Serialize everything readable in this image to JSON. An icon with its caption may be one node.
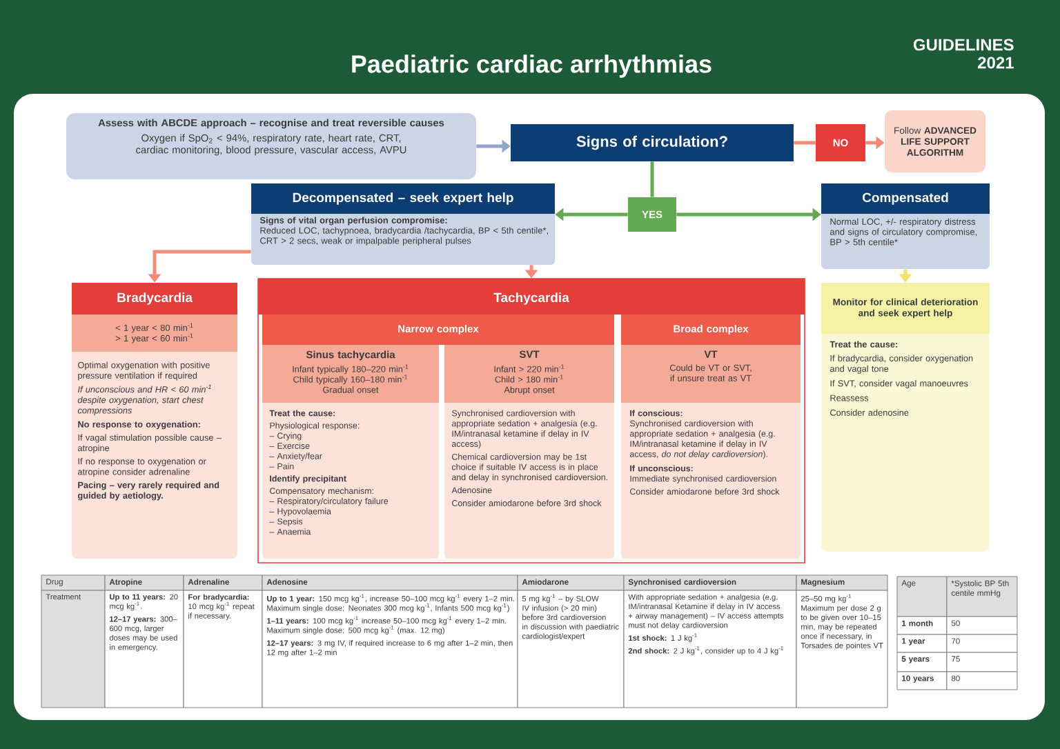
{
  "diagram": {
    "title": "Paediatric cardiac arrhythmias",
    "nodes": [
      {
        "text": [
          "Assess with ABCDE approach – recognise and treat reversible causes",
          "Oxygen if SpO$_{2}$ < 94%, respiratory rate, heart rate, CRT, cardiac monitoring, blood pressure, vascular access, AVPU"
        ]
      },
      {
        "text": [
          "Signs of circulation?"
        ]
      },
      {
        "text": [
          "NO"
        ]
      },
      {
        "text": [
          "Follow **ADVANCED LIFE SUPPORT ALGORITHM**"
        ]
      },
      {
        "text": [
          "YES"
        ]
      },
      {
        "text": [
          "Decompensated – seek expert help",
          "Signs of vital organ perfusion compromise:",
          "Reduced LOC, tachypnoea, bradycardia /tachycardia, BP < 5th centile*, CRT > 2 secs, weak or impalpable peripheral pulses"
        ]
      },
      {
        "text": [
          "Compensated",
          "Normal LOC, +/- respiratory distress and signs of circulatory compromise, BP > 5th centile*"
        ]
      },
      {
        "text": [
          "Bradycardia",
          "< 1 year < 80 min$^{-1}$",
          "> 1 year < 60 min$^{-1}$",
          "Optimal oxygenation with positive pressure ventilation if required",
          "If unconscious and HR < 60 min$^{-1}$ despite oxygenation, start chest compressions",
          "No response to oxygenation:",
          "If vagal stimulation possible cause – atropine",
          "If no response to oxygenation or atropine consider adrenaline",
          "Pacing – very rarely required and guided by aetiology."
        ]
      },
      {
        "text": [
          "Tachycardia"
        ]
      },
      {
        "text": [
          "Narrow complex"
        ],
        "in": 8
      },
      {
        "text": [
          "Sinus tachycardia",
          "Infant typically 180–220 min$^{-1}$",
          "Child typically 160–180 min$^{-1}$",
          "Gradual onset",
          "Treat the cause:",
          "Physiological response:",
          "– Crying",
          "– Exercise",
          "– Anxiety/fear",
          "– Pain",
          "Identify precipitant",
          "Compensatory mechanism:",
          "– Respiratory/circulatory failure",
          "– Hypovolaemia",
          "– Sepsis",
          "– Anaemia"
        ],
        "in": 8
      },
      {
        "text": [
          "SVT",
          "Infant > 220 min$^{-1}$",
          "Child > 180 min$^{-1}$",
          "Abrupt onset",
          "Synchronised cardioversion with appropriate sedation + analgesia (e.g. IM/intranasal ketamine if delay in IV access)",
          "Chemical cardioversion may be 1st choice if suitable IV access is in place and delay in synchronised cardioversion.",
          "Adenosine",
          "Consider amiodarone before 3rd shock"
        ],
        "in": 8
      },
      {
        "text": [
          "Broad complex"
        ],
        "in": 8
      },
      {
        "text": [
          "VT",
          "Could be VT or SVT, if unsure treat as VT",
          "If conscious:",
          "Synchronised cardioversion with appropriate sedation + analgesia (e.g. IM/intranasal ketamine if delay in IV access, *do not delay cardioversion*).",
          "If unconscious:",
          "Immediate synchronised cardioversion",
          "Consider amiodarone before 3rd shock"
        ],
        "in": 8
      },
      {
        "text": [
          "Monitor for clinical deterioration and seek expert help",
          "Treat the cause:",
          "If bradycardia, consider oxygenation and vagal tone",
          "If SVT, consider vagal manoeuvres",
          "Reassess",
          "Consider adenosine"
        ]
      }
    ],
    "edges": [
      {
        "from": 0,
        "to": 1,
        "arrow": "to",
        "color": "#8fa5cc"
      },
      {
        "from": 1,
        "to": 2,
        "arrow": "none"
      },
      {
        "from": 2,
        "to": 3,
        "arrow": "to"
      },
      {
        "from": 1,
        "to": 4,
        "arrow": "none",
        "color": "#64a853"
      },
      {
        "from": 4,
        "to": 5,
        "arrow": "to",
        "color": "#64a853"
      },
      {
        "from": 4,
        "to": 6,
        "arrow": "to",
        "color": "#64a853"
      },
      {
        "from": 5,
        "to": 7,
        "arrow": "to"
      },
      {
        "from": 5,
        "to": 8,
        "arrow": "to"
      },
      {
        "from": 6,
        "to": 14,
        "arrow": "to",
        "color": "#efe46a"
      }
    ],
    "labels": [
      "GUIDELINES 2021",
      "Drug",
      "Atropine",
      "Adrenaline",
      "Adenosine",
      "Amiodarone",
      "Synchronised cardioversion",
      "Magnesium",
      "Treatment",
      "**Up to 11 years:** 20 mcg kg$^{-1}$.",
      "**12–17 years:** 300–600 mcg, larger doses may be used in emergency.",
      "**For bradycardia:** 10 mcg kg$^{-1}$ repeat if necessary.",
      "**Up to 1 year:** 150 mcg kg$^{-1}$, increase 50–100 mcg kg$^{-1}$ every 1–2 min. Maximum single dose: Neonates 300 mcg kg$^{-1}$, Infants 500 mcg kg$^{-1}$)",
      "**1–11 years:** 100 mcg kg$^{-1}$ increase 50–100 mcg kg$^{-1}$ every 1–2 min. Maximum single dose: 500 mcg kg$^{-1}$ (max. 12 mg)",
      "**12–17 years:** 3 mg IV, if required increase to 6 mg after 1–2 min, then 12 mg after 1–2 min",
      "5 mg kg$^{-1}$ – by SLOW IV infusion (> 20 min) before 3rd cardioversion in discussion with paediatric cardiologist/expert",
      "With appropriate sedation + analgesia (e.g. IM/intranasal Ketamine if delay in IV access + airway management) – IV access attempts must not delay cardioversion",
      "**1st shock:** 1 J kg$^{-1}$",
      "**2nd shock:** 2 J kg$^{-1}$, consider up to 4 J kg$^{-1}$",
      "25–50 mg kg$^{-1}$ Maximum per dose 2 g to be given over 10–15 min, may be repeated once if necessary, in Torsades de pointes VT",
      "Age",
      "*Systolic BP 5th centile mmHg",
      "1 month",
      "50",
      "1 year",
      "70",
      "5 years",
      "75",
      "10 years",
      "80"
    ]
  }
}
